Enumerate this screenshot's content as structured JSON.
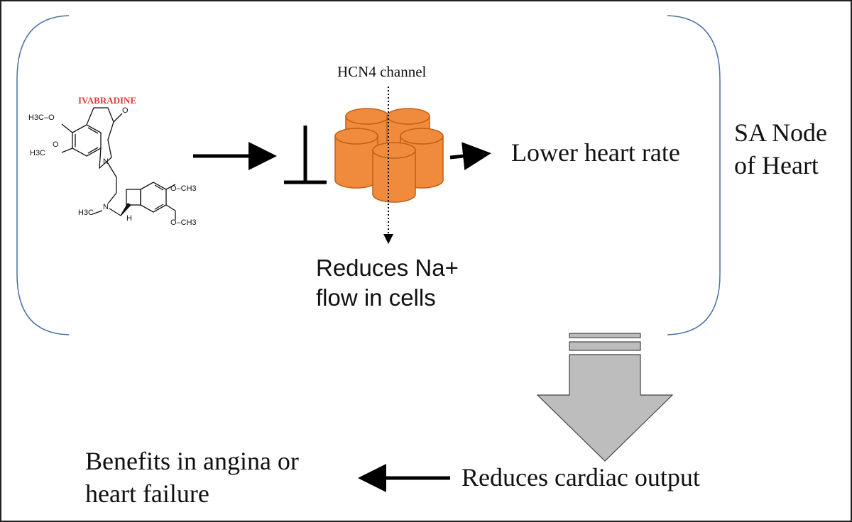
{
  "drug_name": "IVABRADINE",
  "channel_label": "HCN4 channel",
  "effect_heart_rate": "Lower heart rate",
  "sodium_effect_line1": "Reduces Na+",
  "sodium_effect_line2": "flow in cells",
  "location_line1": "SA Node",
  "location_line2": "of Heart",
  "output_effect": "Reduces cardiac output",
  "benefit_line1": "Benefits in angina or",
  "benefit_line2": "heart failure",
  "molecule_labels": {
    "methoxy_top": "H3C–O",
    "methoxy_mid": "H3C",
    "oxygen_o": "O",
    "nitrogen_ring": "N",
    "n_methyl": "H3C",
    "nitrogen_chain": "N",
    "h_stereo": "H",
    "och3_top": "O–CH3",
    "och3_bottom": "O–CH3"
  },
  "colors": {
    "drug_name": "#e53935",
    "channel_fill": "#f08a3c",
    "channel_stroke": "#c25e10",
    "block_arrow_fill": "#bdbdbd",
    "panel_border": "#4a6fa5"
  }
}
